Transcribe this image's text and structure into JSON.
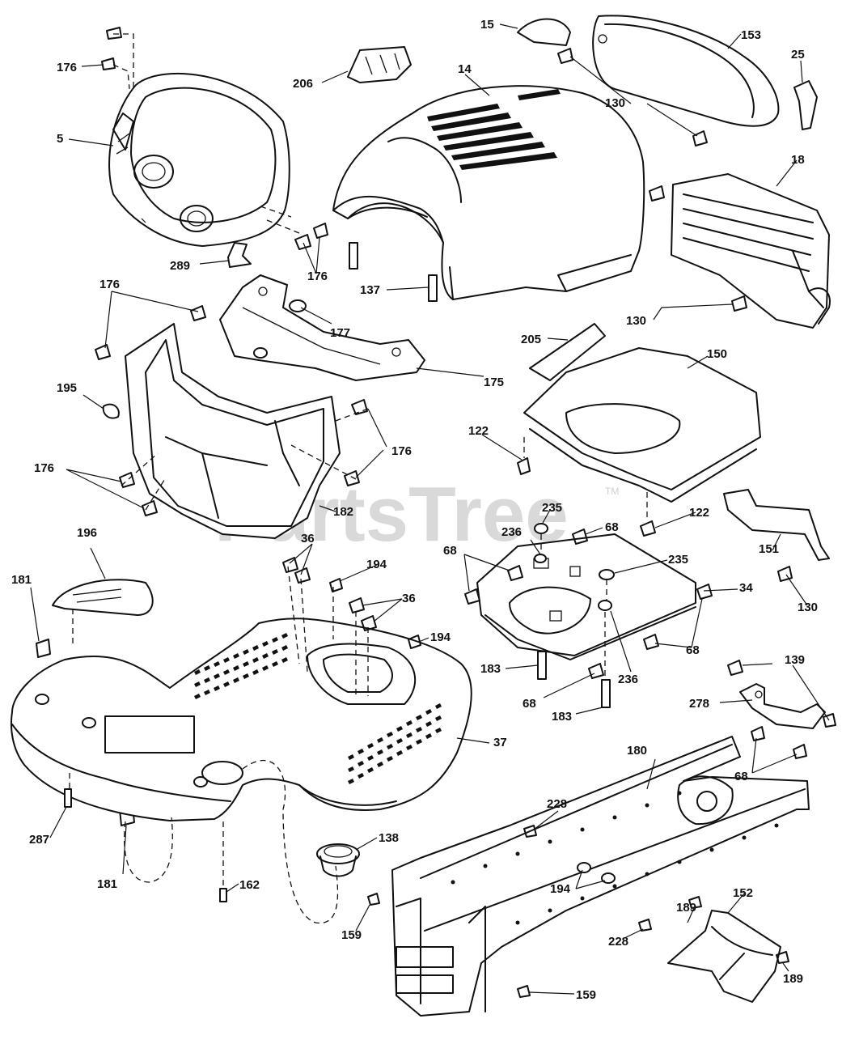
{
  "watermark": {
    "text": "PartsTree",
    "tm": "TM"
  },
  "labels": {
    "p5": "5",
    "p14": "14",
    "p15": "15",
    "p18": "18",
    "p25": "25",
    "p34": "34",
    "p36a": "36",
    "p36b": "36",
    "p37": "37",
    "p68a": "68",
    "p68b": "68",
    "p68c": "68",
    "p68d": "68",
    "p68e": "68",
    "p122a": "122",
    "p122b": "122",
    "p130a": "130",
    "p130b": "130",
    "p130c": "130",
    "p137": "137",
    "p138": "138",
    "p139": "139",
    "p150": "150",
    "p151": "151",
    "p152": "152",
    "p153": "153",
    "p159a": "159",
    "p159b": "159",
    "p162": "162",
    "p175": "175",
    "p176a": "176",
    "p176b": "176",
    "p176c": "176",
    "p176d": "176",
    "p176e": "176",
    "p177": "177",
    "p180": "180",
    "p181a": "181",
    "p181b": "181",
    "p182": "182",
    "p183a": "183",
    "p183b": "183",
    "p189a": "189",
    "p189b": "189",
    "p194a": "194",
    "p194b": "194",
    "p194c": "194",
    "p195": "195",
    "p196": "196",
    "p205": "205",
    "p206": "206",
    "p228a": "228",
    "p228b": "228",
    "p235a": "235",
    "p235b": "235",
    "p236a": "236",
    "p236b": "236",
    "p278": "278",
    "p287": "287",
    "p289": "289"
  }
}
